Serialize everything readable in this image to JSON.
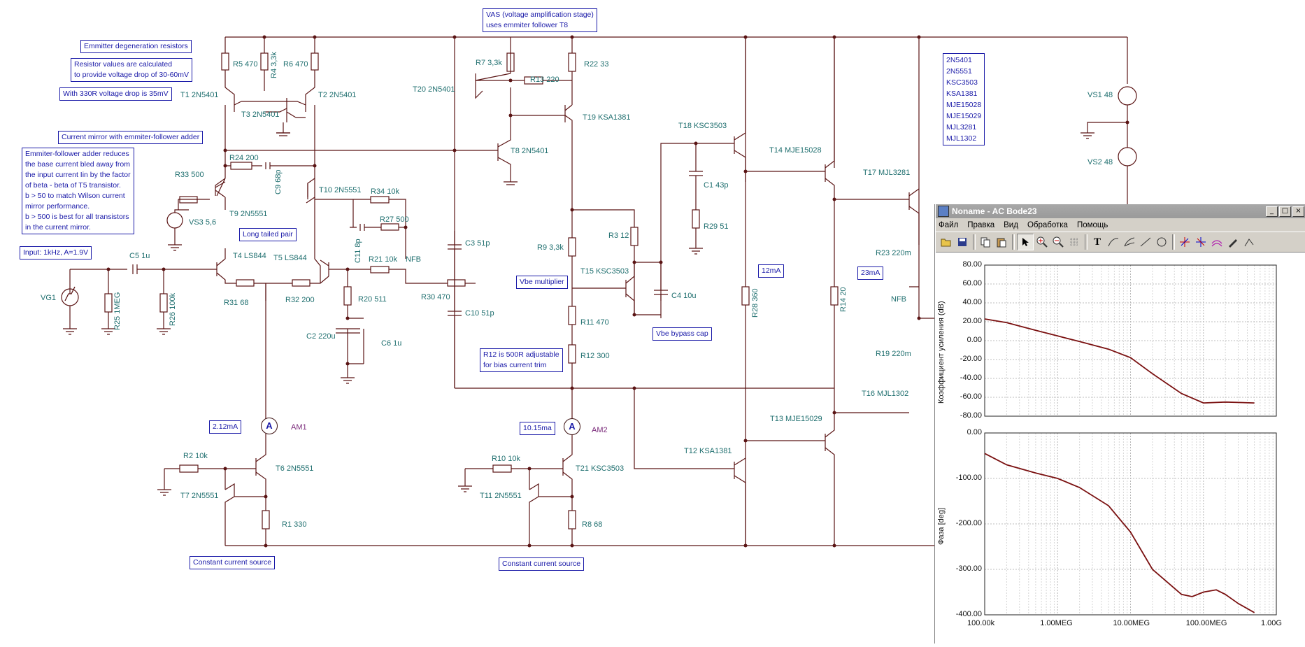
{
  "notes": {
    "vas": [
      "VAS (voltage amplification stage)",
      "uses emmiter follower T8"
    ],
    "degeneration": "Emmitter degeneration resistors",
    "resistor_values": [
      "Resistor values are calculated",
      "to provide voltage drop of 30-60mV"
    ],
    "r330": "With 330R voltage drop is 35mV",
    "mirror": "Current mirror with emmiter-follower adder",
    "ef_adder": [
      "Emmiter-follower adder reduces",
      "the base current bled away from",
      "the input current Iin by the factor",
      "of beta - beta of T5 transistor.",
      "b > 50 to match Wilson current",
      "mirror performance.",
      "b > 500 is best for all transistors",
      "in the current mirror."
    ],
    "input": "Input: 1kHz, A=1.9V",
    "ltp": "Long tailed pair",
    "vbe_mult": "Vbe multiplier",
    "vbe_bypass": "Vbe bypass cap",
    "r12": [
      "R12 is 500R adjustable",
      "for bias current trim"
    ],
    "ccs1": "Constant current source",
    "ccs2": "Constant current source",
    "i1": "2.12mA",
    "i2": "10.15ma",
    "i3": "12mA",
    "i4": "23mA",
    "parts": [
      "2N5401",
      "2N5551",
      "KSC3503",
      "KSA1381",
      "MJE15028",
      "MJE15029",
      "MJL3281",
      "MJL1302"
    ]
  },
  "labels": {
    "r5": "R5 470",
    "r4": "R4 3,3k",
    "r6": "R6 470",
    "t1": "T1 2N5401",
    "t2": "T2 2N5401",
    "t3": "T3 2N5401",
    "r24": "R24 200",
    "c9": "C9 68p",
    "r33": "R33 500",
    "t9": "T9 2N5551",
    "t10": "T10 2N5551",
    "r34": "R34 10k",
    "vs3": "VS3 5,6",
    "r27": "R27 500",
    "c11": "C11 8p",
    "t4": "T4 LS844",
    "t5": "T5 LS844",
    "r21": "R21 10k",
    "nfb1": "NFB",
    "c5": "C5 1u",
    "vg1": "VG1",
    "r25": "R25 1MEG",
    "r26": "R26 100k",
    "r31": "R31 68",
    "r32": "R32 200",
    "r30": "R30 470",
    "r20": "R20 511",
    "c2": "C2 220u",
    "c6": "C6 1u",
    "t20": "T20 2N5401",
    "r7": "R7 3,3k",
    "r13": "R13 220",
    "r22": "R22 33",
    "t19": "T19 KSA1381",
    "t8": "T8 2N5401",
    "c3": "C3 51p",
    "c10": "C10 51p",
    "r9": "R9 3,3k",
    "r3": "R3 12",
    "t15": "T15 KSC3503",
    "c4": "C4 10u",
    "r11": "R11 470",
    "r12": "R12 300",
    "t18": "T18 KSC3503",
    "c1": "C1 43p",
    "r29": "R29 51",
    "t14": "T14 MJE15028",
    "t17": "T17 MJL3281",
    "r28": "R28 360",
    "r14": "R14 20",
    "r23": "R23 220m",
    "nfb2": "NFB",
    "r19": "R19 220m",
    "t16": "T16 MJL1302",
    "t13": "T13 MJE15029",
    "t12": "T12 KSA1381",
    "vs1": "VS1 48",
    "vs2": "VS2 48",
    "r2": "R2 10k",
    "t6": "T6 2N5551",
    "t7": "T7 2N5551",
    "r1": "R1 330",
    "r10": "R10 10k",
    "t21": "T21 KSC3503",
    "t11": "T11 2N5551",
    "r8": "R8 68",
    "am1": "AM1",
    "am2": "AM2",
    "meter_glyph": "A"
  },
  "window": {
    "title": "Noname - AC Bode23",
    "buttons": [
      "_",
      "□",
      "×"
    ],
    "menu": [
      "Файл",
      "Правка",
      "Вид",
      "Обработка",
      "Помощь"
    ],
    "toolbar_icons": [
      "open-icon",
      "save-icon",
      "copy-icon",
      "paste-icon",
      "pointer-icon",
      "zoom-in-icon",
      "zoom-out-icon",
      "grid-icon",
      "text-icon",
      "curve-icon",
      "curve2-icon",
      "line-icon",
      "circle-icon",
      "cursor-icon",
      "cursor2-icon",
      "marker-icon",
      "pen-icon",
      "arrow-icon"
    ]
  },
  "chart_data": [
    {
      "type": "line",
      "ylabel": "Коэффициент усиления (dB)",
      "xscale": "log",
      "ylim": [
        -80,
        80
      ],
      "yticks": [
        "80.00",
        "60.00",
        "40.00",
        "20.00",
        "0.00",
        "-20.00",
        "-40.00",
        "-60.00",
        "-80.00"
      ],
      "series": [
        {
          "color": "#7a1010",
          "x": [
            100000,
            200000,
            500000,
            1000000,
            2000000,
            5000000,
            10000000,
            20000000,
            50000000,
            100000000,
            200000000,
            500000000
          ],
          "y": [
            23,
            19,
            11,
            5,
            -1,
            -9,
            -18,
            -35,
            -56,
            -66,
            -65,
            -66
          ]
        }
      ]
    },
    {
      "type": "line",
      "ylabel": "Фаза [deg]",
      "xscale": "log",
      "ylim": [
        -400,
        0
      ],
      "yticks": [
        "0.00",
        "-100.00",
        "-200.00",
        "-300.00",
        "-400.00"
      ],
      "xticks": [
        "100.00k",
        "1.00MEG",
        "10.00MEG",
        "100.00MEG",
        "1.00G"
      ],
      "series": [
        {
          "color": "#7a1010",
          "x": [
            100000,
            200000,
            500000,
            1000000,
            2000000,
            5000000,
            10000000,
            20000000,
            50000000,
            70000000,
            100000000,
            150000000,
            200000000,
            300000000,
            500000000
          ],
          "y": [
            -45,
            -70,
            -88,
            -100,
            -120,
            -160,
            -218,
            -300,
            -355,
            -360,
            -350,
            -345,
            -355,
            -375,
            -395
          ]
        }
      ]
    }
  ]
}
